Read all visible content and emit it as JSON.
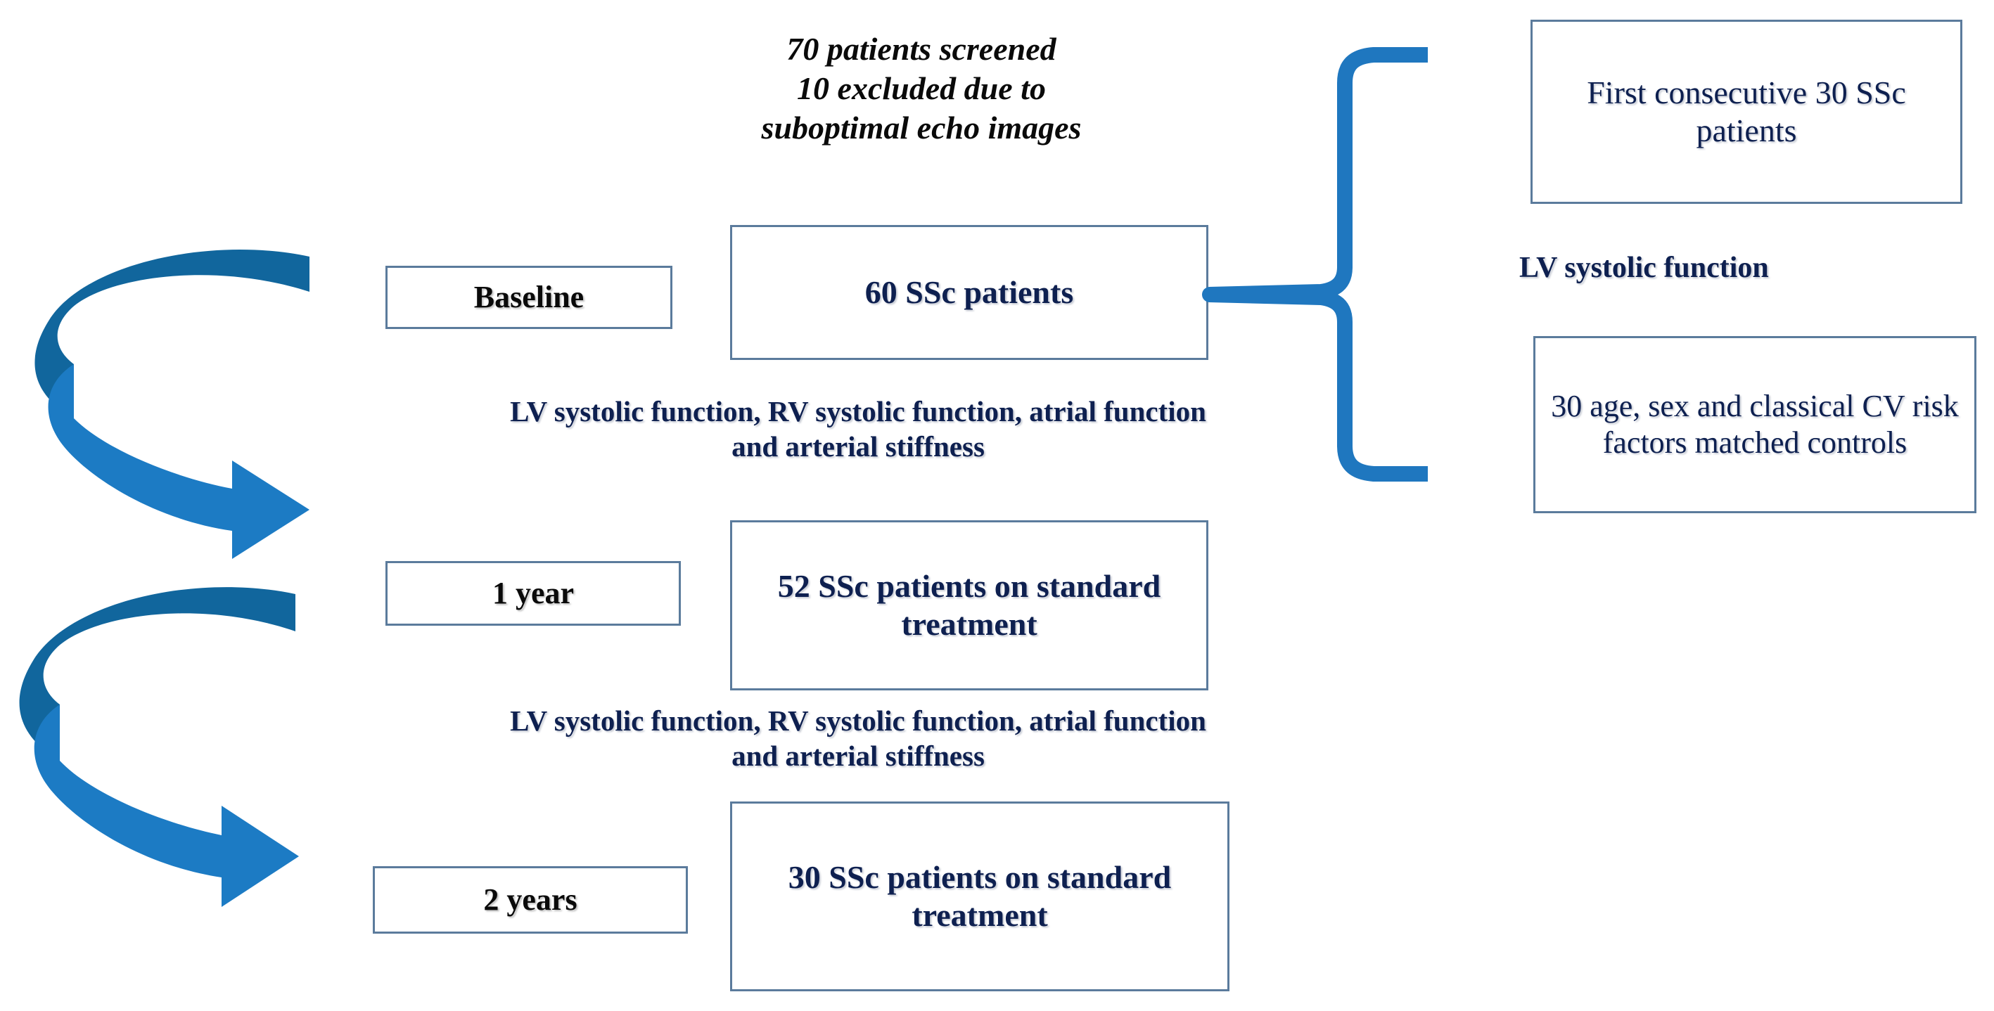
{
  "diagram": {
    "title_note": "70 patients screened\n10 excluded due to\nsuboptimal echo images",
    "timeline": [
      {
        "stage_label": "Baseline",
        "cohort_label": "60 SSc patients"
      },
      {
        "stage_label": "1 year",
        "cohort_label": "52 SSc patients on\nstandard treatment"
      },
      {
        "stage_label": "2 years",
        "cohort_label": "30  SSc patients on\nstandard treatment"
      }
    ],
    "assessments": [
      "LV systolic function, RV systolic function, atrial function\nand arterial stiffness",
      "LV systolic function, RV systolic function, atrial function\nand arterial stiffness"
    ],
    "comparison": {
      "group_a": "First consecutive\n30 SSc\npatients",
      "middle_label": "LV systolic function",
      "group_b": "30 age, sex and\nclassical CV risk factors\nmatched controls"
    },
    "colors": {
      "arrow_dark": "#11669D",
      "arrow_light": "#1C7BC4",
      "brace": "#1F77BF",
      "box_border": "#5B7B9C",
      "navy_text": "#0E2050",
      "black_text": "#0A0A0A",
      "background": "#FFFFFF"
    }
  }
}
